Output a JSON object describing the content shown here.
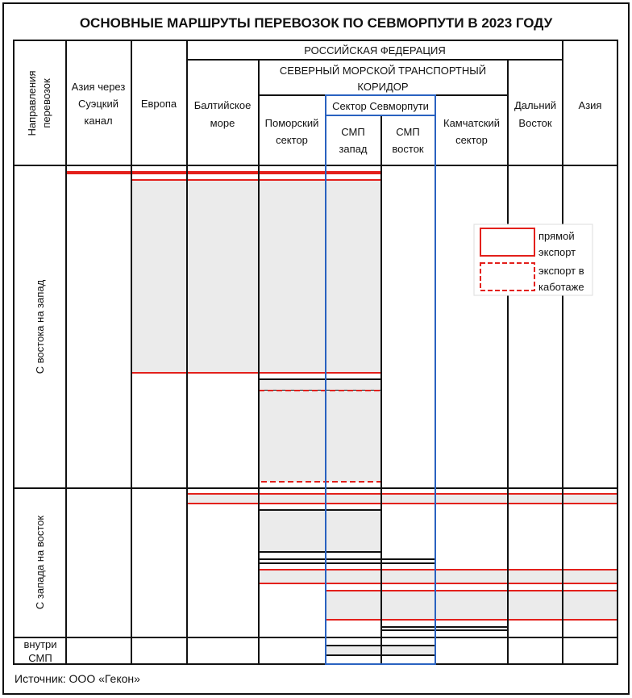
{
  "title": "ОСНОВНЫЕ МАРШРУТЫ ПЕРЕВОЗОК ПО СЕВМОРПУТИ В 2023 ГОДУ",
  "header": {
    "directions": [
      "Направления",
      "перевозок"
    ],
    "asia_suez": [
      "Азия через",
      "Суэцкий",
      "канал"
    ],
    "europe": "Европа",
    "russia": "РОССИЙСКАЯ ФЕДЕРАЦИЯ",
    "corridor": [
      "СЕВЕРНЫЙ МОРСКОЙ ТРАНСПОРТНЫЙ",
      "КОРИДОР"
    ],
    "baltic": [
      "Балтийское",
      "море"
    ],
    "pomor": [
      "Поморский",
      "сектор"
    ],
    "nsr_sector": "Сектор Севморпути",
    "nsr_west": [
      "СМП",
      "запад"
    ],
    "nsr_east": [
      "СМП",
      "восток"
    ],
    "kamchatka": [
      "Камчатский",
      "сектор"
    ],
    "far_east": [
      "Дальний",
      "Восток"
    ],
    "asia": "Азия"
  },
  "rows": {
    "east_west": "С востока на запад",
    "west_east": "С запада на восток",
    "inside": [
      "внутри",
      "СМП"
    ]
  },
  "legend": {
    "direct": [
      "прямой",
      "экспорт"
    ],
    "cabotage": [
      "экспорт в",
      "каботаже"
    ]
  },
  "source": "Источник: ООО «Гекон»",
  "colors": {
    "red": "#e3201b",
    "blue": "#2a62c0",
    "fill": "#ebebeb"
  }
}
